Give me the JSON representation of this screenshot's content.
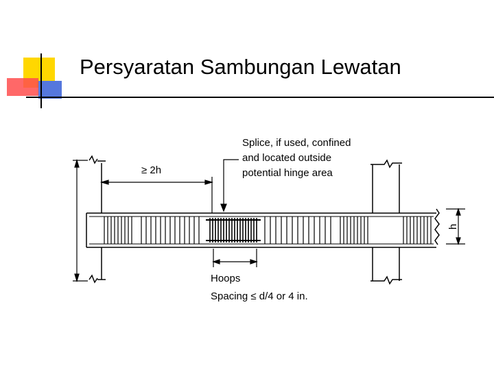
{
  "slide": {
    "title": "Persyaratan Sambungan Lewatan"
  },
  "diagram": {
    "dim_label": "≥ 2h",
    "splice_note": [
      "Splice, if used, confined",
      "and located outside",
      "potential hinge area"
    ],
    "hoops_label": "Hoops",
    "spacing_label": "Spacing ≤ d/4 or 4 in.",
    "depth_label": "h"
  },
  "colors": {
    "deco_yellow": "#FFD700",
    "deco_red": "#FF4D4D",
    "deco_blue": "#5577DD",
    "line": "#000000"
  }
}
